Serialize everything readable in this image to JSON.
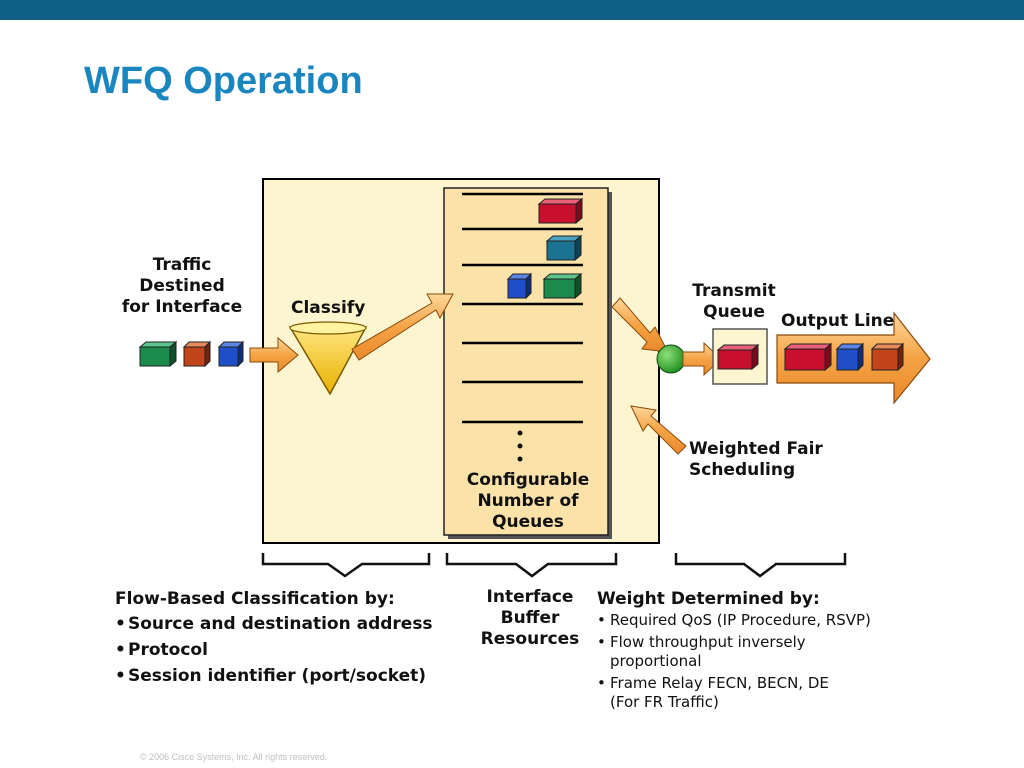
{
  "slide": {
    "title": "WFQ Operation",
    "footer": "© 2006 Cisco Systems, Inc. All rights reserved."
  },
  "diagram": {
    "labels": {
      "traffic": [
        "Traffic",
        "Destined",
        "for Interface"
      ],
      "classify": "Classify",
      "queues": [
        "Configurable",
        "Number of",
        "Queues"
      ],
      "transmit_queue": [
        "Transmit",
        "Queue"
      ],
      "output_line": "Output Line",
      "scheduling": [
        "Weighted Fair",
        "Scheduling"
      ]
    },
    "packet_colors": {
      "red": "#c8102e",
      "blue": "#1f4fc8",
      "green": "#1c8a4a",
      "teal": "#1a7390",
      "orange": "#c2441a"
    }
  },
  "captions": {
    "classification": {
      "heading": "Flow-Based Classification by:",
      "items": [
        "Source and destination address",
        "Protocol",
        "Session identifier (port/socket)"
      ]
    },
    "buffer": [
      "Interface",
      "Buffer",
      "Resources"
    ],
    "weight": {
      "heading": "Weight Determined by:",
      "items": [
        [
          "Required QoS (IP Procedure, RSVP)"
        ],
        [
          "Flow  throughput inversely",
          "proportional"
        ],
        [
          "Frame Relay FECN, BECN, DE",
          "(For FR Traffic)"
        ]
      ]
    }
  }
}
